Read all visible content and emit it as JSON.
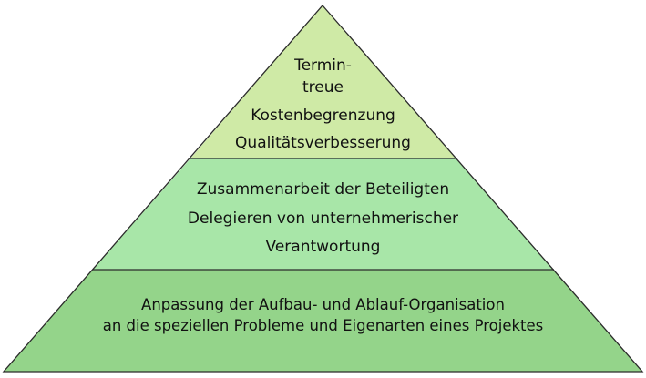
{
  "pyramid": {
    "colors": {
      "top": "#cfeaa6",
      "middle": "#a8e6a8",
      "bottom": "#94d48a",
      "outline": "#2b2b2b"
    },
    "tiers": [
      {
        "lines": [
          "Termin-",
          "treue",
          "Kostenbegrenzung",
          "Qualitätsverbesserung"
        ]
      },
      {
        "lines": [
          "Zusammenarbeit der Beteiligten",
          "Delegieren von unternehmerischer",
          "Verantwortung"
        ]
      },
      {
        "lines": [
          "Anpassung der Aufbau- und Ablauf-Organisation",
          "an die speziellen Probleme und Eigenarten eines Projektes"
        ]
      }
    ]
  }
}
